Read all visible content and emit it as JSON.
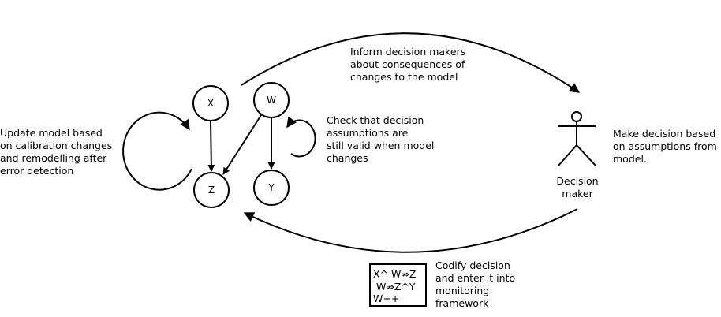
{
  "nodes": {
    "x": "X",
    "w": "W",
    "z": "Z",
    "y": "Y"
  },
  "labels": {
    "update_model": [
      "Update model based",
      "on calibration changes",
      "and remodelling after",
      "error detection"
    ],
    "inform": [
      "Inform decision makers",
      "about consequences of",
      "changes to the model"
    ],
    "check": [
      "Check that decision",
      "assumptions are",
      "still valid when model",
      "changes"
    ],
    "make_decision": [
      "Make decision based",
      "on assumptions from",
      "model."
    ],
    "decision_maker": [
      "Decision",
      "maker"
    ],
    "codify": [
      "Codify decision",
      "and enter it into",
      "monitoring",
      "framework"
    ]
  },
  "code_box": {
    "lines": [
      "X^ W⇏Z",
      " W⇏Z^Y",
      "W++"
    ]
  },
  "colors": {
    "stroke": "#000000",
    "background": "#ffffff"
  }
}
